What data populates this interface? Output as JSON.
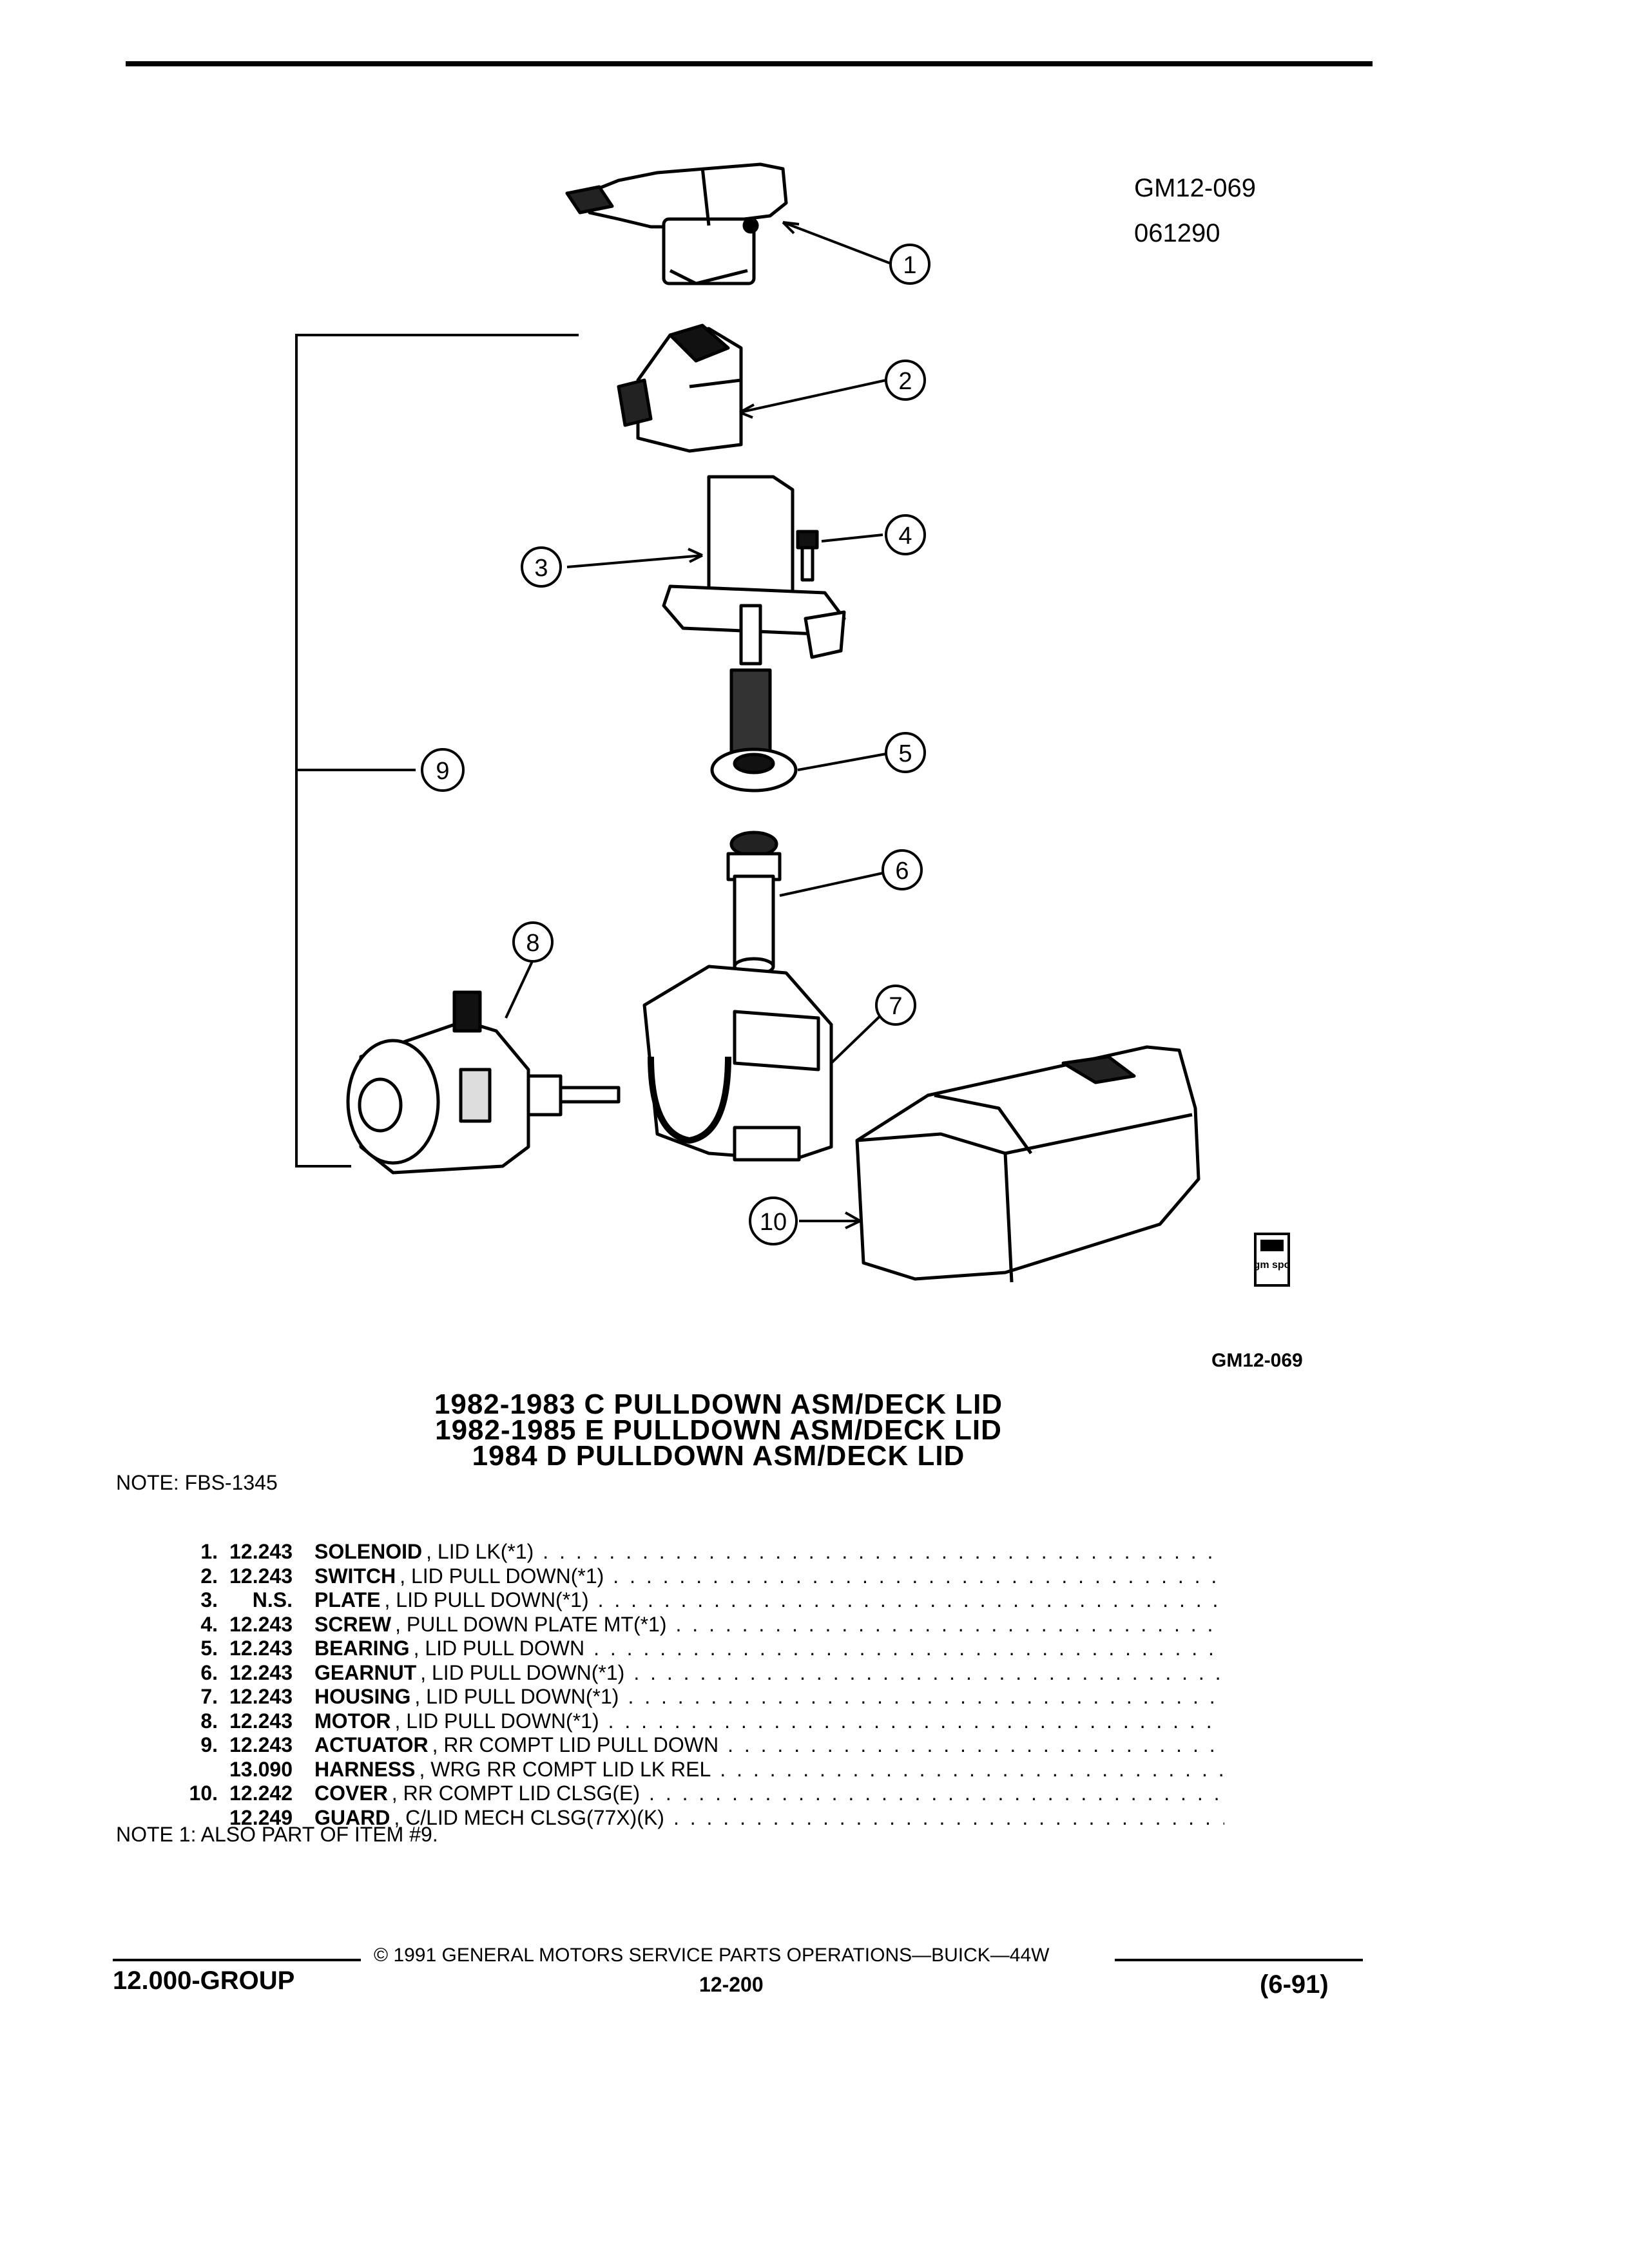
{
  "header": {
    "figure_code": "GM12-069",
    "figure_date": "061290"
  },
  "figure": {
    "caption_code": "GM12-069",
    "stamp_text": "gm spo",
    "callouts": [
      "1",
      "2",
      "3",
      "4",
      "5",
      "6",
      "7",
      "8",
      "9",
      "10"
    ]
  },
  "title": {
    "line1": "1982-1983 C PULLDOWN ASM/DECK LID",
    "line2": "1982-1985 E PULLDOWN ASM/DECK LID",
    "line3": "1984 D PULLDOWN ASM/DECK LID"
  },
  "note_top": "NOTE:  FBS-1345",
  "parts": [
    {
      "index": "1.",
      "group": "12.243",
      "name": "SOLENOID",
      "desc": ", LID LK(*1)"
    },
    {
      "index": "2.",
      "group": "12.243",
      "name": "SWITCH",
      "desc": ", LID PULL DOWN(*1)"
    },
    {
      "index": "3.",
      "group": "N.S.",
      "name": "PLATE",
      "desc": ", LID PULL DOWN(*1)"
    },
    {
      "index": "4.",
      "group": "12.243",
      "name": "SCREW",
      "desc": ", PULL DOWN PLATE MT(*1)"
    },
    {
      "index": "5.",
      "group": "12.243",
      "name": "BEARING",
      "desc": ", LID PULL DOWN"
    },
    {
      "index": "6.",
      "group": "12.243",
      "name": "GEARNUT",
      "desc": ", LID PULL DOWN(*1)"
    },
    {
      "index": "7.",
      "group": "12.243",
      "name": "HOUSING",
      "desc": ", LID PULL DOWN(*1)"
    },
    {
      "index": "8.",
      "group": "12.243",
      "name": "MOTOR",
      "desc": ", LID PULL DOWN(*1)"
    },
    {
      "index": "9.",
      "group": "12.243",
      "name": "ACTUATOR",
      "desc": ", RR COMPT LID PULL DOWN"
    },
    {
      "index": "",
      "group": "13.090",
      "name": "HARNESS",
      "desc": ", WRG RR COMPT LID LK REL"
    },
    {
      "index": "10.",
      "group": "12.242",
      "name": "COVER",
      "desc": ", RR COMPT LID CLSG(E)"
    },
    {
      "index": "",
      "group": "12.249",
      "name": "GUARD",
      "desc": ", C/LID MECH CLSG(77X)(K)"
    }
  ],
  "note_bottom": "NOTE  1:  ALSO PART OF ITEM #9.",
  "footer": {
    "copyright": "© 1991  GENERAL MOTORS SERVICE PARTS OPERATIONS—BUICK—44W",
    "group": "12.000-GROUP",
    "page": "12-200",
    "date": "(6-91)"
  }
}
